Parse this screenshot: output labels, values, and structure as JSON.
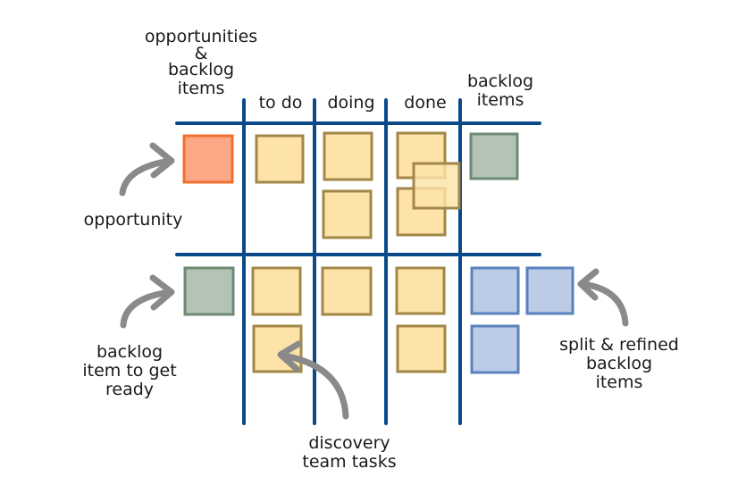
{
  "headers": {
    "opportunities_lines": [
      "opportunities",
      "&",
      "backlog",
      "items"
    ],
    "todo": "to do",
    "doing": "doing",
    "done": "done",
    "backlog_lines": [
      "backlog",
      "items"
    ]
  },
  "annotations": {
    "opportunity": "opportunity",
    "ready_lines": [
      "backlog",
      "item to get",
      "ready"
    ],
    "discovery_lines": [
      "discovery",
      "team tasks"
    ],
    "split_lines": [
      "split & refined",
      "backlog",
      "items"
    ]
  },
  "colors": {
    "grid": "#0b4a8a",
    "arrow": "#8a8a8a",
    "task_fill": "#fde3a7",
    "task_stroke": "#a38748",
    "opportunity_fill": "#fca886",
    "opportunity_stroke": "#f0702e",
    "backlog_fill": "#b4c3b6",
    "backlog_stroke": "#6c8a74",
    "refined_fill": "#bccbe6",
    "refined_stroke": "#5a82bd"
  }
}
